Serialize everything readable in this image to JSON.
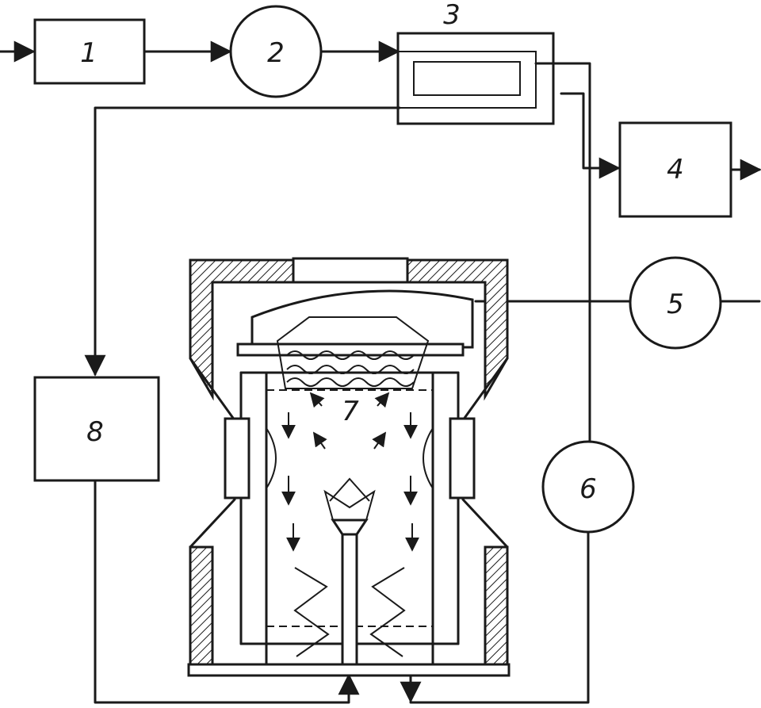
{
  "labels": {
    "block1": "1",
    "block2": "2",
    "block3": "3",
    "block4": "4",
    "block5": "5",
    "block6": "6",
    "chamber7": "7",
    "block8": "8"
  }
}
